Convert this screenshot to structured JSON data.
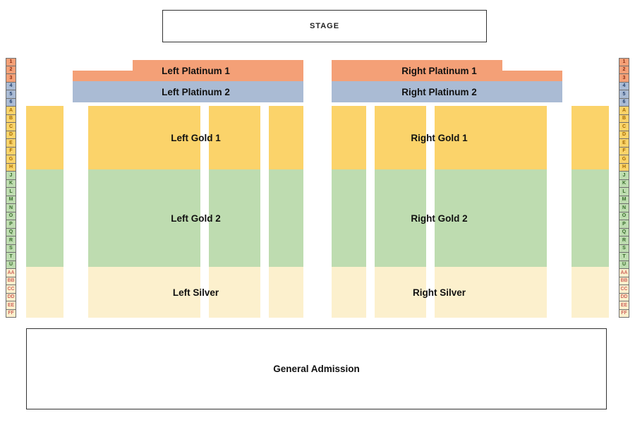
{
  "stage": {
    "label": "STAGE"
  },
  "sections": {
    "left_platinum_1": "Left Platinum 1",
    "right_platinum_1": "Right Platinum 1",
    "left_platinum_2": "Left Platinum 2",
    "right_platinum_2": "Right Platinum 2",
    "left_gold_1": "Left Gold 1",
    "right_gold_1": "Right Gold 1",
    "left_gold_2": "Left Gold 2",
    "right_gold_2": "Right Gold 2",
    "left_silver": "Left Silver",
    "right_silver": "Right Silver",
    "general_admission": "General Admission"
  },
  "colors": {
    "platinum1": "#f4a077",
    "platinum2": "#aabbd4",
    "gold": "#fbd36a",
    "green": "#bedcb0",
    "silver": "#fcf0cd",
    "border": "#333333"
  },
  "row_groups": [
    {
      "section": "platinum-1",
      "bg": "#f4a077",
      "fg": "#8a2c12",
      "labels": [
        "1",
        "2",
        "3"
      ]
    },
    {
      "section": "platinum-2",
      "bg": "#aabbd4",
      "fg": "#23406e",
      "labels": [
        "4",
        "5",
        "6"
      ]
    },
    {
      "section": "gold-1",
      "bg": "#fbd36a",
      "fg": "#a06a00",
      "labels": [
        "A",
        "B",
        "C",
        "D",
        "E",
        "F",
        "G",
        "H"
      ]
    },
    {
      "section": "gold-2",
      "bg": "#bedcb0",
      "fg": "#356b28",
      "labels": [
        "J",
        "K",
        "L",
        "M",
        "N",
        "O",
        "P",
        "Q",
        "R",
        "S",
        "T",
        "U"
      ]
    },
    {
      "section": "silver",
      "bg": "#fcf0cd",
      "fg": "#cf6a5f",
      "labels": [
        "AA",
        "BB",
        "CC",
        "DD",
        "EE",
        "FF"
      ]
    }
  ]
}
